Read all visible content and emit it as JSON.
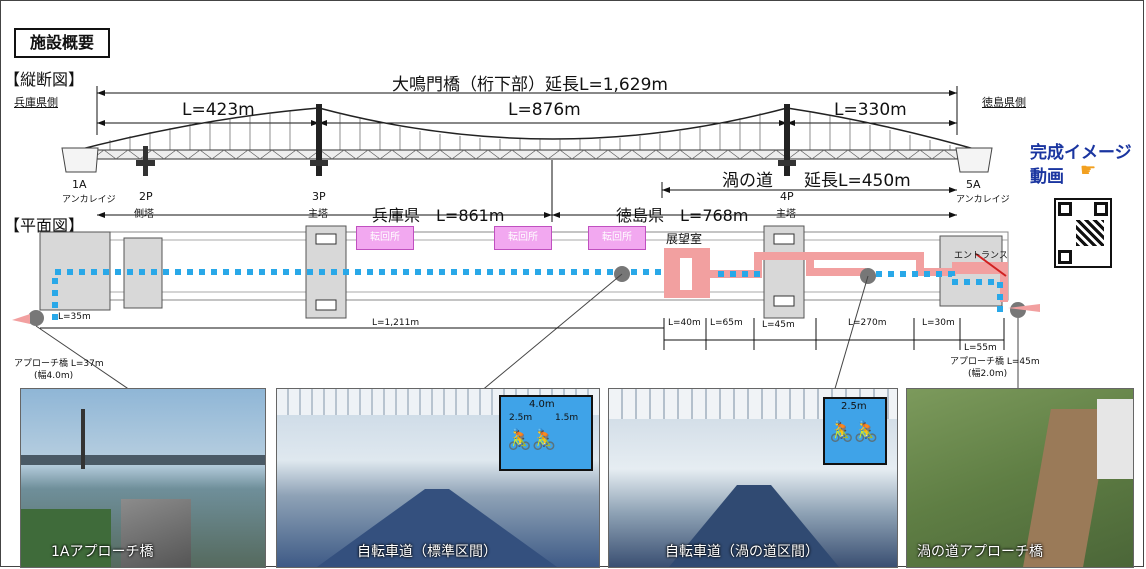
{
  "title": "施設概要",
  "profile": {
    "label": "【縦断図】",
    "left_side": "兵庫県側",
    "right_side": "徳島県側",
    "total": "大鳴門橋（桁下部）延長L=1,629m",
    "span1": "L=423m",
    "span2": "L=876m",
    "span3": "L=330m",
    "uzu": "渦の道",
    "uzu_len": "延長L=450m",
    "piers": [
      {
        "code": "1A",
        "name": "アンカレイジ"
      },
      {
        "code": "2P",
        "name": "側塔"
      },
      {
        "code": "3P",
        "name": "主塔"
      },
      {
        "code": "4P",
        "name": "主塔"
      },
      {
        "code": "5A",
        "name": "アンカレイジ"
      }
    ]
  },
  "plan": {
    "label": "【平面図】",
    "hyogo": "兵庫県　L=861m",
    "tokushima": "徳島県　L=768m",
    "turnouts": [
      "転回所",
      "転回所",
      "転回所"
    ],
    "observatory": "展望室",
    "entrance": "エントランス",
    "dims": [
      "L=35m",
      "L=1,211m",
      "L=40m",
      "L=65m",
      "L=45m",
      "L=270m",
      "L=30m",
      "L=55m"
    ],
    "approach_left": "アプローチ橋 L=37m",
    "approach_left_w": "(幅4.0m)",
    "approach_right": "アプローチ橋 L=45m",
    "approach_right_w": "(幅2.0m)"
  },
  "promo": {
    "line1": "完成イメージ",
    "line2": "動画"
  },
  "photos": [
    {
      "caption": "1Aアプローチ橋"
    },
    {
      "caption": "自転車道（標準区間）",
      "sign_total": "4.0m",
      "sign_a": "2.5m",
      "sign_b": "1.5m"
    },
    {
      "caption": "自転車道（渦の道区間）",
      "sign_total": "2.5m"
    },
    {
      "caption": "渦の道アプローチ橋"
    }
  ],
  "colors": {
    "walk": "#f2a0a0",
    "path": "#29a8e8",
    "callout": "#f2a8f0",
    "deck": "#d8d8d8"
  }
}
